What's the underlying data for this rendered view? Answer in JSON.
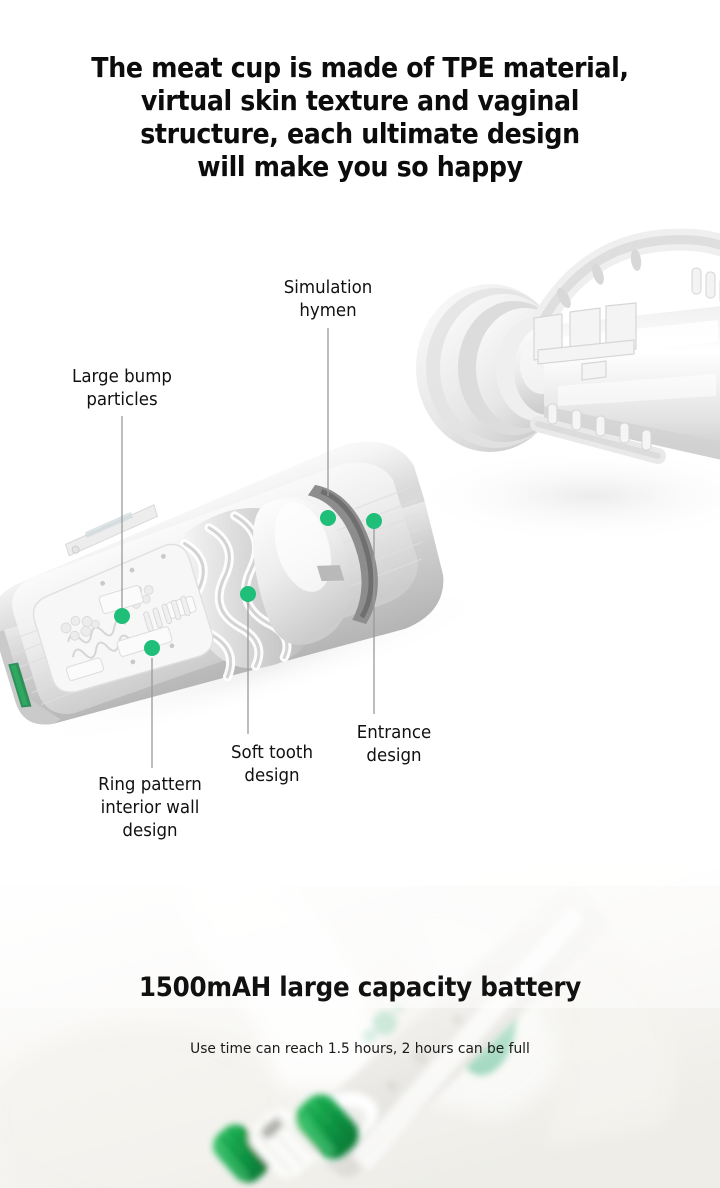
{
  "top_section": {
    "headline_lines": [
      "The meat cup is made of TPE material,",
      "virtual skin texture and vaginal",
      "structure, each ultimate design",
      "will make you so happy"
    ],
    "callouts": [
      {
        "id": "simulation-hymen",
        "lines": [
          "Simulation",
          "hymen"
        ]
      },
      {
        "id": "large-bump-particles",
        "lines": [
          "Large bump",
          "particles"
        ]
      },
      {
        "id": "ring-pattern",
        "lines": [
          "Ring pattern",
          "interior wall",
          "design"
        ]
      },
      {
        "id": "soft-tooth",
        "lines": [
          "Soft tooth",
          "design"
        ]
      },
      {
        "id": "entrance",
        "lines": [
          "Entrance",
          "design"
        ]
      }
    ],
    "marker_color": "#1fbf7a",
    "leader_line_color": "#9a9a9a",
    "product_body_color": "#f2f2f2"
  },
  "bottom_section": {
    "headline": "1500mAH large capacity battery",
    "subtext": "Use time can reach 1.5 hours, 2 hours can be full",
    "background_color": "#f5f4f0",
    "accent_green": "#14a84d",
    "accent_mint": "#a8ddc4"
  }
}
